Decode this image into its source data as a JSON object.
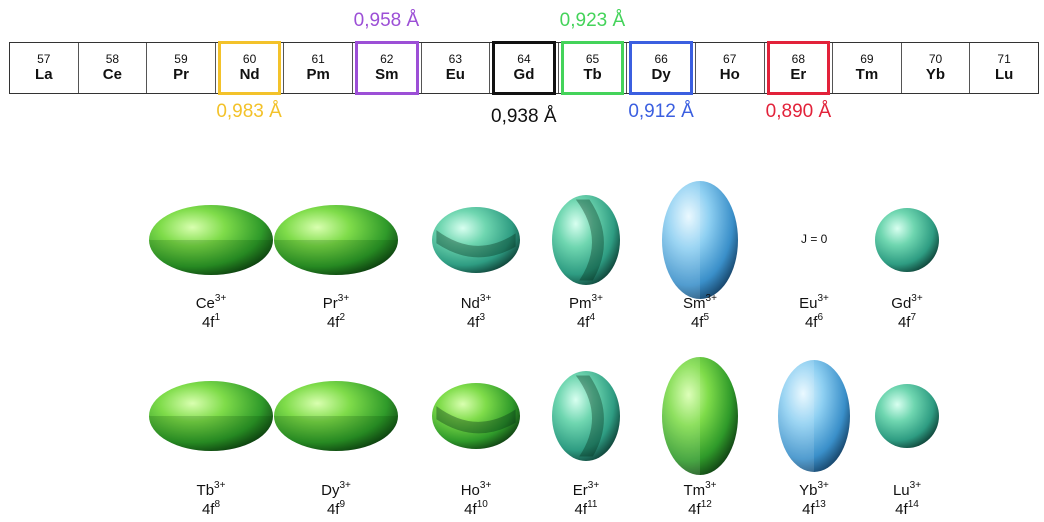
{
  "table": [
    {
      "num": "57",
      "sym": "La",
      "hl": ""
    },
    {
      "num": "58",
      "sym": "Ce",
      "hl": ""
    },
    {
      "num": "59",
      "sym": "Pr",
      "hl": ""
    },
    {
      "num": "60",
      "sym": "Nd",
      "hl": "#f3c22a"
    },
    {
      "num": "61",
      "sym": "Pm",
      "hl": ""
    },
    {
      "num": "62",
      "sym": "Sm",
      "hl": "#9c4fd6"
    },
    {
      "num": "63",
      "sym": "Eu",
      "hl": ""
    },
    {
      "num": "64",
      "sym": "Gd",
      "hl": "#111111"
    },
    {
      "num": "65",
      "sym": "Tb",
      "hl": "#44d35a"
    },
    {
      "num": "66",
      "sym": "Dy",
      "hl": "#3b5fe0"
    },
    {
      "num": "67",
      "sym": "Ho",
      "hl": ""
    },
    {
      "num": "68",
      "sym": "Er",
      "hl": "#e2223a"
    },
    {
      "num": "69",
      "sym": "Tm",
      "hl": ""
    },
    {
      "num": "70",
      "sym": "Yb",
      "hl": ""
    },
    {
      "num": "71",
      "sym": "Lu",
      "hl": ""
    }
  ],
  "radii": [
    {
      "element": "Sm",
      "text": "0,958 Å",
      "color": "#9c4fd6"
    },
    {
      "element": "Tb",
      "text": "0,923 Å",
      "color": "#44d35a"
    },
    {
      "element": "Nd",
      "text": "0,983 Å",
      "color": "#f3c22a"
    },
    {
      "element": "Gd",
      "text": "0,938 Å",
      "color": "#111111"
    },
    {
      "element": "Dy",
      "text": "0,912 Å",
      "color": "#3b5fe0"
    },
    {
      "element": "Er",
      "text": "0,890 Å",
      "color": "#e2223a"
    }
  ],
  "row1": [
    {
      "ion": "Ce",
      "charge": "3+",
      "config": "1",
      "shape": "oblate",
      "color": "green"
    },
    {
      "ion": "Pr",
      "charge": "3+",
      "config": "2",
      "shape": "oblate",
      "color": "green"
    },
    {
      "ion": "Nd",
      "charge": "3+",
      "config": "3",
      "shape": "oblate-twisted",
      "color": "teal"
    },
    {
      "ion": "Pm",
      "charge": "3+",
      "config": "4",
      "shape": "prolate-twisted",
      "color": "teal"
    },
    {
      "ion": "Sm",
      "charge": "3+",
      "config": "5",
      "shape": "prolate",
      "color": "blue"
    },
    {
      "ion": "Eu",
      "charge": "3+",
      "config": "6",
      "shape": "none",
      "color": "none",
      "note": "J = 0"
    },
    {
      "ion": "Gd",
      "charge": "3+",
      "config": "7",
      "shape": "sphere",
      "color": "teal"
    }
  ],
  "row2": [
    {
      "ion": "Tb",
      "charge": "3+",
      "config": "8",
      "shape": "oblate",
      "color": "green"
    },
    {
      "ion": "Dy",
      "charge": "3+",
      "config": "9",
      "shape": "oblate",
      "color": "green"
    },
    {
      "ion": "Ho",
      "charge": "3+",
      "config": "10",
      "shape": "oblate-twisted",
      "color": "green"
    },
    {
      "ion": "Er",
      "charge": "3+",
      "config": "11",
      "shape": "prolate-twisted",
      "color": "teal"
    },
    {
      "ion": "Tm",
      "charge": "3+",
      "config": "12",
      "shape": "prolate",
      "color": "green"
    },
    {
      "ion": "Yb",
      "charge": "3+",
      "config": "13",
      "shape": "prolate",
      "color": "blue"
    },
    {
      "ion": "Lu",
      "charge": "3+",
      "config": "14",
      "shape": "sphere",
      "color": "teal"
    }
  ]
}
